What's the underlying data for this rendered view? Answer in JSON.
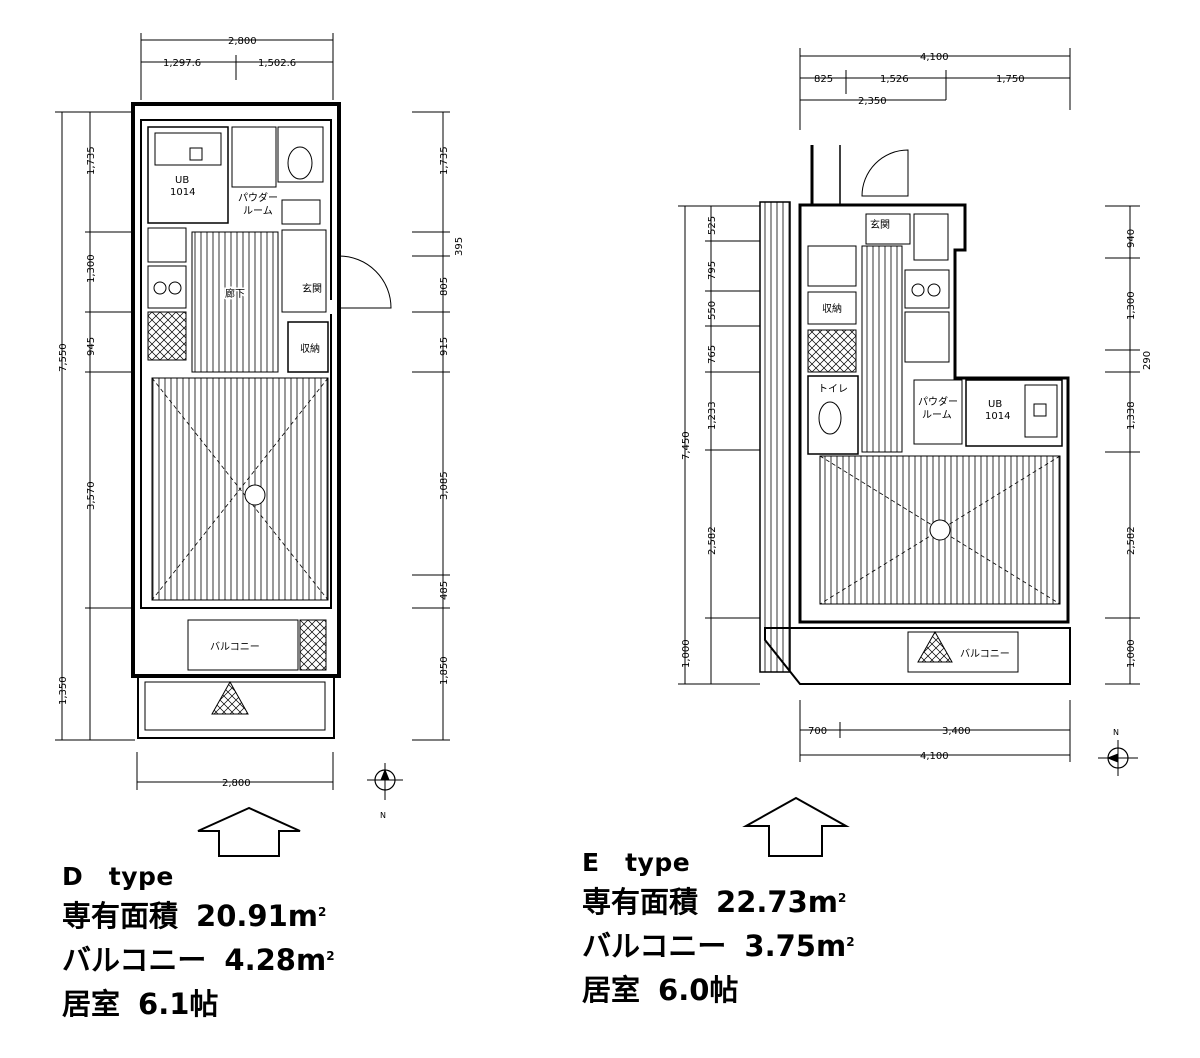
{
  "plans": [
    {
      "id": "d",
      "type_label": "D　type",
      "area_label": "専有面積",
      "area_value": "20.91m",
      "area_unit_sup": "2",
      "balcony_label": "バルコニー",
      "balcony_value": "4.28m",
      "balcony_unit_sup": "2",
      "room_label": "居室",
      "room_value": "6.1帖",
      "dimensions": {
        "top_total": "2,800",
        "top_left": "1,297.6",
        "top_right": "1,502.6",
        "bottom_total": "2,800",
        "left": [
          "1,735",
          "1,300",
          "945",
          "7,550",
          "3,570",
          "1,350"
        ],
        "right": [
          "1,735",
          "395",
          "805",
          "915",
          "3,085",
          "485",
          "1,850"
        ]
      },
      "rooms": {
        "unit_bath": "UB\n1014",
        "powder": "パウダー\nルーム",
        "corridor": "廊下",
        "entrance": "玄関",
        "balcony": "バルコニー",
        "closet": "収納"
      }
    },
    {
      "id": "e",
      "type_label": "E　type",
      "area_label": "専有面積",
      "area_value": "22.73m",
      "area_unit_sup": "2",
      "balcony_label": "バルコニー",
      "balcony_value": "3.75m",
      "balcony_unit_sup": "2",
      "room_label": "居室",
      "room_value": "6.0帖",
      "dimensions": {
        "top_total": "4,100",
        "top_a": "825",
        "top_b": "1,526",
        "top_c": "1,750",
        "top_sub": "2,350",
        "bottom_a": "700",
        "bottom_b": "3,400",
        "bottom_total": "4,100",
        "left": [
          "525",
          "795",
          "550",
          "765",
          "1,233",
          "7,450",
          "2,582",
          "1,000"
        ],
        "right": [
          "940",
          "1,300",
          "290",
          "1,338",
          "2,582",
          "1,000"
        ]
      },
      "rooms": {
        "entrance": "玄関",
        "toilet": "トイレ",
        "powder": "パウダー\nルーム",
        "unit_bath": "UB\n1014",
        "balcony": "バルコニー",
        "closet": "収納"
      }
    }
  ]
}
